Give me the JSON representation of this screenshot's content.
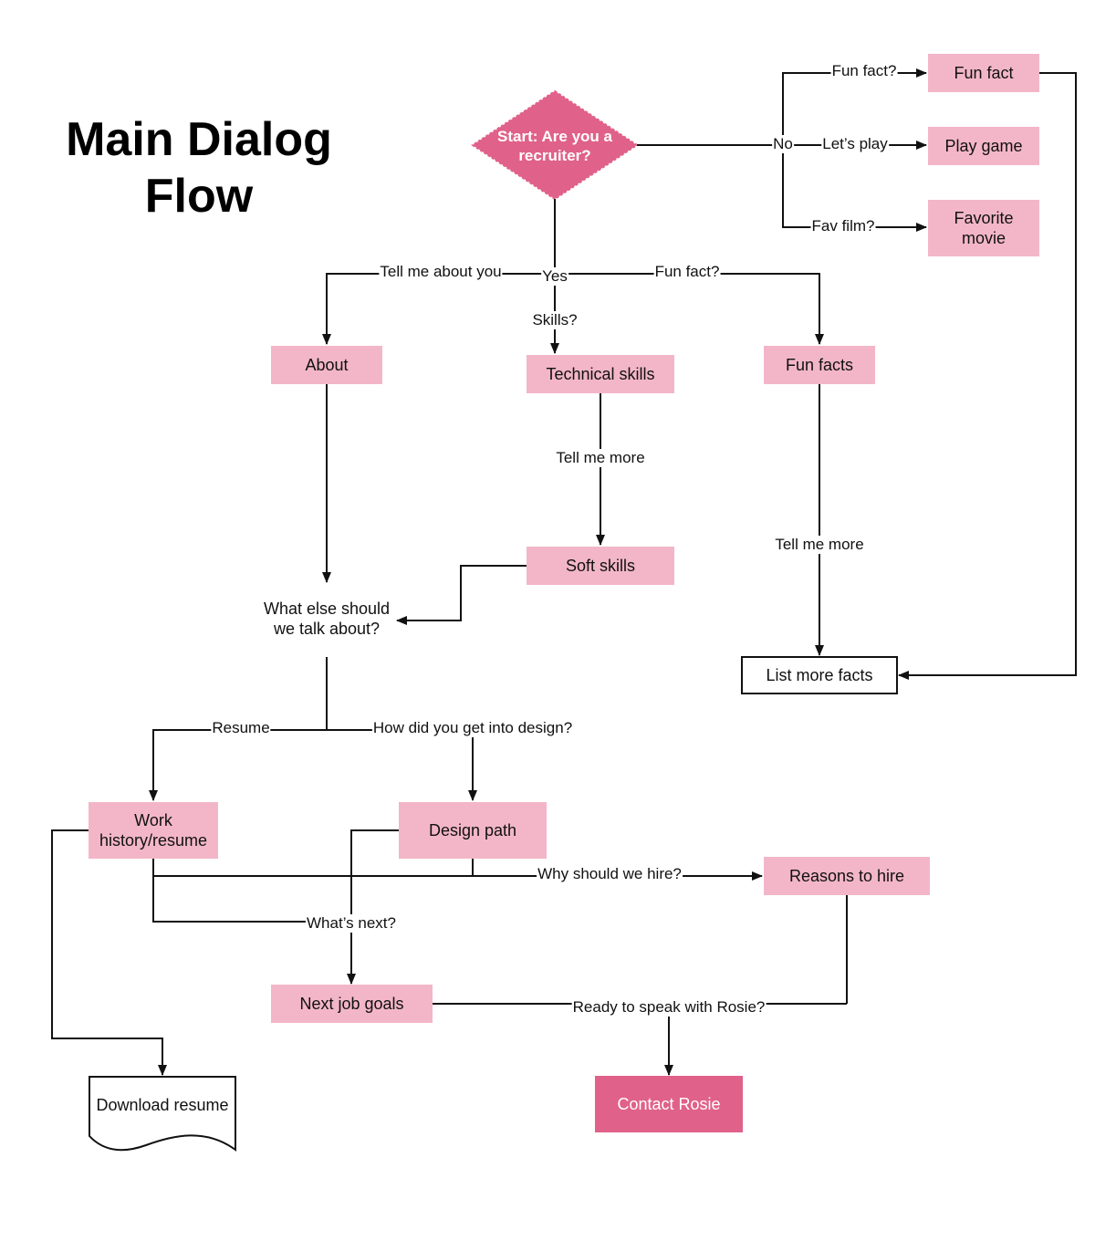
{
  "title": "Main Dialog Flow",
  "colors": {
    "node": "#f3b6c8",
    "decision": "#e0618a",
    "terminal": "#e0618a",
    "line": "#111111"
  },
  "nodes": {
    "start": "Start: Are you a recruiter?",
    "fun_fact": "Fun fact",
    "play_game": "Play game",
    "favorite_movie": "Favorite movie",
    "about": "About",
    "technical_skills": "Technical skills",
    "fun_facts": "Fun facts",
    "soft_skills": "Soft skills",
    "what_else": "What else should we talk about?",
    "list_more_facts": "List more facts",
    "work_history": "Work history/resume",
    "design_path": "Design path",
    "reasons_to_hire": "Reasons to hire",
    "next_job_goals": "Next job goals",
    "contact_rosie": "Contact Rosie",
    "download_resume": "Download resume"
  },
  "edge_labels": {
    "no": "No",
    "yes": "Yes",
    "fun_fact_q": "Fun fact?",
    "lets_play": "Let’s play",
    "fav_film": "Fav film?",
    "tell_me_about_you": "Tell me about you",
    "fun_fact_q2": "Fun fact?",
    "skills": "Skills?",
    "tell_me_more_1": "Tell me more",
    "tell_me_more_2": "Tell me more",
    "resume": "Resume",
    "design_q": "How did you get into design?",
    "why_hire": "Why should we hire?",
    "whats_next": "What’s next?",
    "ready_rosie": "Ready to speak with Rosie?"
  }
}
